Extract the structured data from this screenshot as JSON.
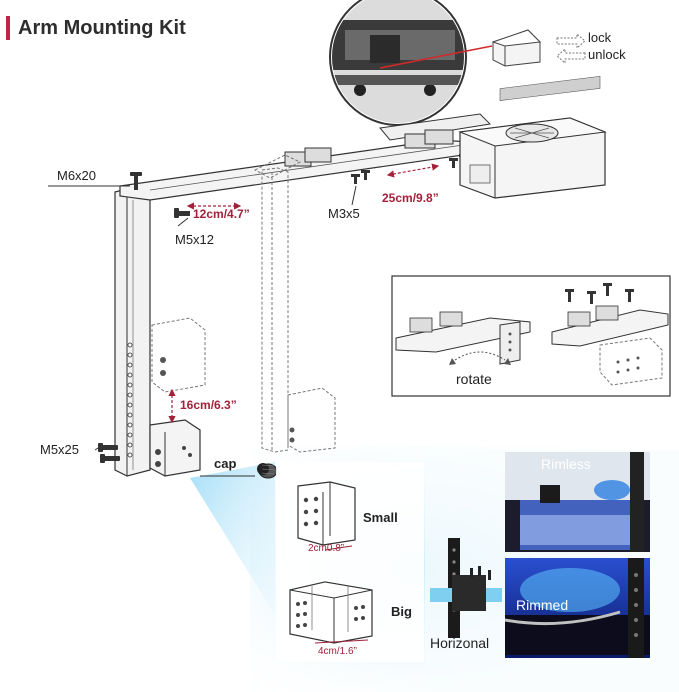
{
  "title": "Arm Mounting Kit",
  "colors": {
    "accent": "#c0224a",
    "dimension": "#a32139",
    "tank_blue": "#1f49c9",
    "glow": "#bfe6f7"
  },
  "screws": {
    "m6x20": "M6x20",
    "m5x12": "M5x12",
    "m3x5": "M3x5",
    "m5x25": "M5x25"
  },
  "dimensions": {
    "arm_offset": "12cm/4.7”",
    "arm_light": "25cm/9.8”",
    "height": "16cm/6.3”",
    "small_width": "2cm0.8”",
    "big_width": "4cm/1.6”"
  },
  "lock": {
    "lock_label": "lock",
    "unlock_label": "unlock"
  },
  "parts": {
    "cap": "cap",
    "rotate": "rotate"
  },
  "brackets": {
    "small": "Small",
    "big": "Big"
  },
  "tank_types": {
    "rimless": "Rimless",
    "rimmed": "Rimmed",
    "horizontal": "Horizonal"
  }
}
